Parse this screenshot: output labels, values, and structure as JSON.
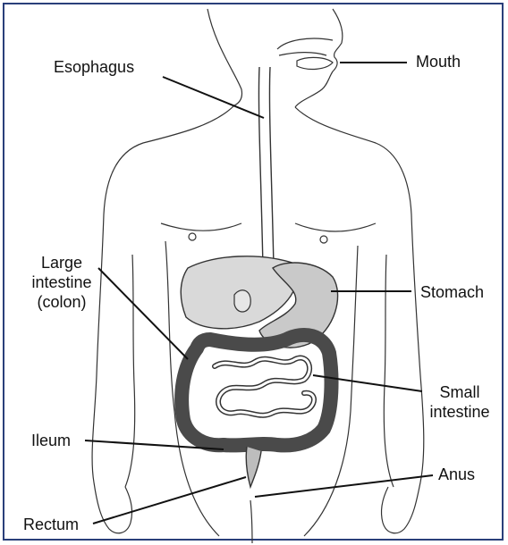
{
  "labels": {
    "esophagus": "Esophagus",
    "mouth": "Mouth",
    "large_intestine": [
      "Large",
      "intestine",
      "(colon)"
    ],
    "stomach": "Stomach",
    "small_intestine": [
      "Small",
      "intestine"
    ],
    "ileum": "Ileum",
    "anus": "Anus",
    "rectum": "Rectum"
  },
  "colors": {
    "frame": "#2a3f7a",
    "outline": "#333333",
    "organ_fill": "#d9d9d9",
    "colon_fill": "#4a4a4a"
  }
}
